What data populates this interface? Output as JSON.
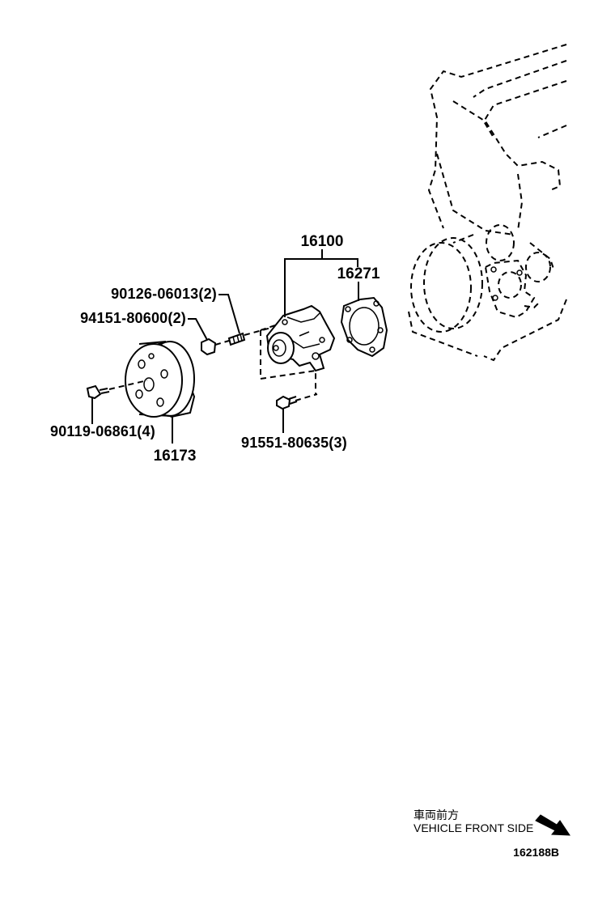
{
  "diagram": {
    "labels": {
      "pump_assy": "16100",
      "gasket": "16271",
      "pulley": "16173",
      "stud_bolt": "90126-06013(2)",
      "nut": "94151-80600(2)",
      "pulley_bolt": "90119-06861(4)",
      "pump_bolt": "91551-80635(3)"
    },
    "direction": {
      "jp": "車両前方",
      "en": "VEHICLE FRONT SIDE"
    },
    "code": "162188B"
  },
  "colors": {
    "line": "#000000",
    "background": "#ffffff"
  }
}
